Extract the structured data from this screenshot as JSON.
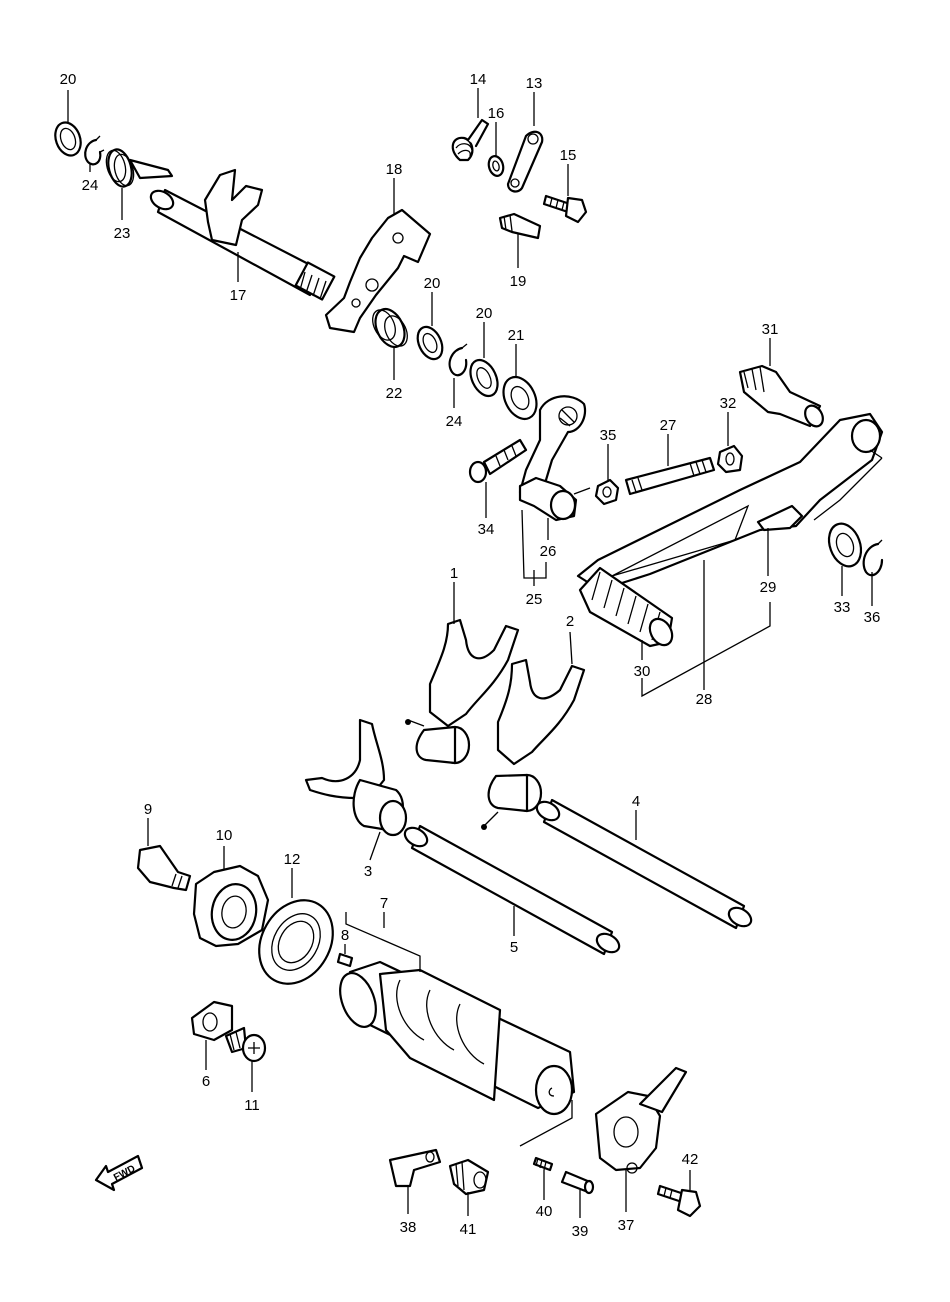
{
  "diagram": {
    "callouts": [
      {
        "id": "1",
        "text": "1"
      },
      {
        "id": "2",
        "text": "2"
      },
      {
        "id": "3",
        "text": "3"
      },
      {
        "id": "4",
        "text": "4"
      },
      {
        "id": "5",
        "text": "5"
      },
      {
        "id": "6",
        "text": "6"
      },
      {
        "id": "7",
        "text": "7"
      },
      {
        "id": "8",
        "text": "8"
      },
      {
        "id": "9",
        "text": "9"
      },
      {
        "id": "10",
        "text": "10"
      },
      {
        "id": "11",
        "text": "11"
      },
      {
        "id": "12",
        "text": "12"
      },
      {
        "id": "13",
        "text": "13"
      },
      {
        "id": "14",
        "text": "14"
      },
      {
        "id": "15",
        "text": "15"
      },
      {
        "id": "16",
        "text": "16"
      },
      {
        "id": "17",
        "text": "17"
      },
      {
        "id": "18",
        "text": "18"
      },
      {
        "id": "19",
        "text": "19"
      },
      {
        "id": "20a",
        "text": "20"
      },
      {
        "id": "20b",
        "text": "20"
      },
      {
        "id": "20c",
        "text": "20"
      },
      {
        "id": "21",
        "text": "21"
      },
      {
        "id": "22",
        "text": "22"
      },
      {
        "id": "23",
        "text": "23"
      },
      {
        "id": "24a",
        "text": "24"
      },
      {
        "id": "24b",
        "text": "24"
      },
      {
        "id": "25",
        "text": "25"
      },
      {
        "id": "26",
        "text": "26"
      },
      {
        "id": "27",
        "text": "27"
      },
      {
        "id": "28",
        "text": "28"
      },
      {
        "id": "29",
        "text": "29"
      },
      {
        "id": "30",
        "text": "30"
      },
      {
        "id": "31",
        "text": "31"
      },
      {
        "id": "32",
        "text": "32"
      },
      {
        "id": "33",
        "text": "33"
      },
      {
        "id": "34",
        "text": "34"
      },
      {
        "id": "35",
        "text": "35"
      },
      {
        "id": "36",
        "text": "36"
      },
      {
        "id": "37",
        "text": "37"
      },
      {
        "id": "38",
        "text": "38"
      },
      {
        "id": "39",
        "text": "39"
      },
      {
        "id": "40",
        "text": "40"
      },
      {
        "id": "41",
        "text": "41"
      },
      {
        "id": "42",
        "text": "42"
      }
    ],
    "direction_arrow": {
      "text": "FWD",
      "icon": "forward-arrow-icon"
    }
  }
}
